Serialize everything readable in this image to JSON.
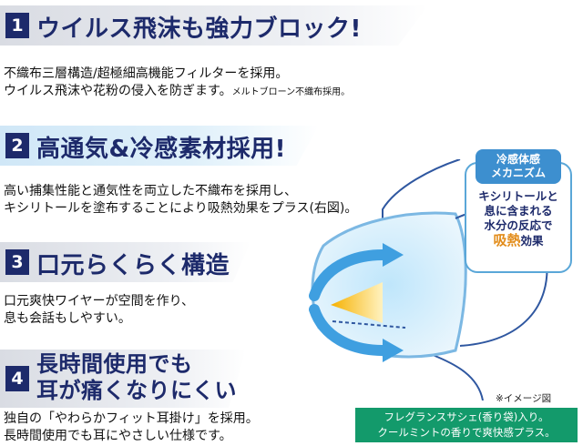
{
  "sections": [
    {
      "num": "1",
      "title_line1": "ウイルス飛沫も強力ブロック!",
      "text_line1": "不織布三層構造/超極細高機能フィルターを採用。",
      "text_line2": "ウイルス飛沫や花粉の侵入を防ぎます。",
      "text_small": "メルトブローン不織布採用。"
    },
    {
      "num": "2",
      "title_line1": "高通気&冷感素材採用!",
      "text_line1": "高い捕集性能と通気性を両立した不織布を採用し、",
      "text_line2": "キシリトールを塗布することにより吸熱効果をプラス(右図)。"
    },
    {
      "num": "3",
      "title_line1": "口元らくらく構造",
      "text_line1": "口元爽快ワイヤーが空間を作り、",
      "text_line2": "息も会話もしやすい。"
    },
    {
      "num": "4",
      "title_line1": "長時間使用でも",
      "title_line2": "耳が痛くなりにくい",
      "text_line1": "独自の「やわらかフィット耳掛け」を採用。",
      "text_line2": "長時間使用でも耳にやさしい仕様です。"
    }
  ],
  "callout": {
    "head_line1": "冷感体感",
    "head_line2": "メカニズム",
    "body_line1": "キシリトールと",
    "body_line2": "息に含まれる",
    "body_line3": "水分の反応で",
    "body_hot": "吸熱",
    "body_suffix": "効果"
  },
  "image_note": "※イメージ図",
  "green_box": {
    "line1": "フレグランスサシェ(香り袋)入り。",
    "line2": "クールミントの香りで爽快感プラス。"
  },
  "colors": {
    "navy": "#1d2a6b",
    "callout_blue": "#3d8fcf",
    "heat_orange": "#e28c1a",
    "green": "#139a6b"
  }
}
